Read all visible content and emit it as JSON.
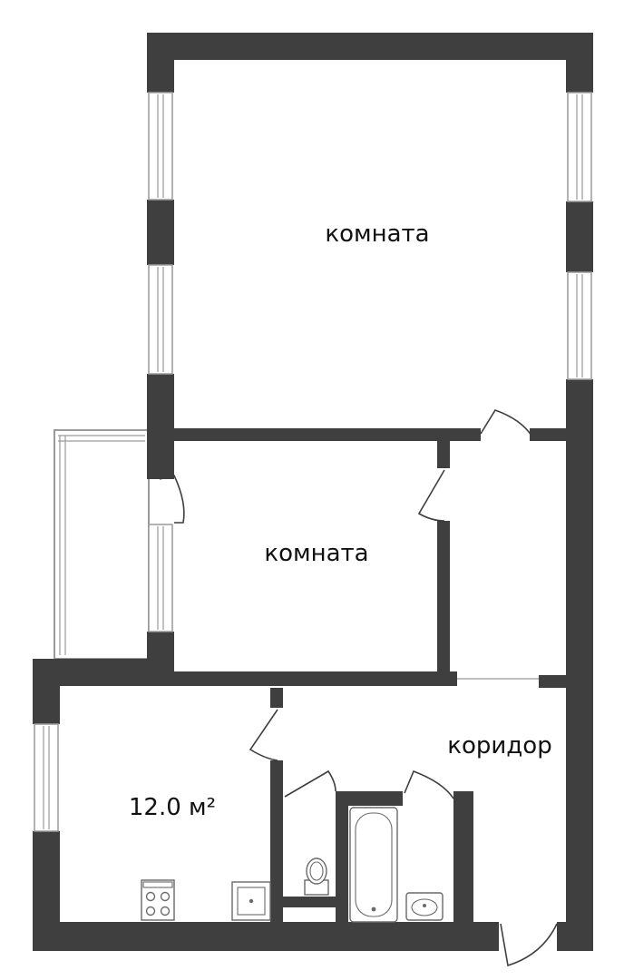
{
  "plan": {
    "rooms": [
      {
        "id": "room-large",
        "label": "комната"
      },
      {
        "id": "room-middle",
        "label": "комната"
      },
      {
        "id": "corridor",
        "label": "коридор"
      },
      {
        "id": "kitchen",
        "label": "12.0 м²"
      }
    ],
    "icons": [
      "stove-icon",
      "sink-icon",
      "toilet-icon",
      "bathtub-icon",
      "washbasin-icon"
    ],
    "colors": {
      "wall": "#3f3f3f",
      "background": "#ffffff",
      "window": "#9a9a9a"
    }
  }
}
